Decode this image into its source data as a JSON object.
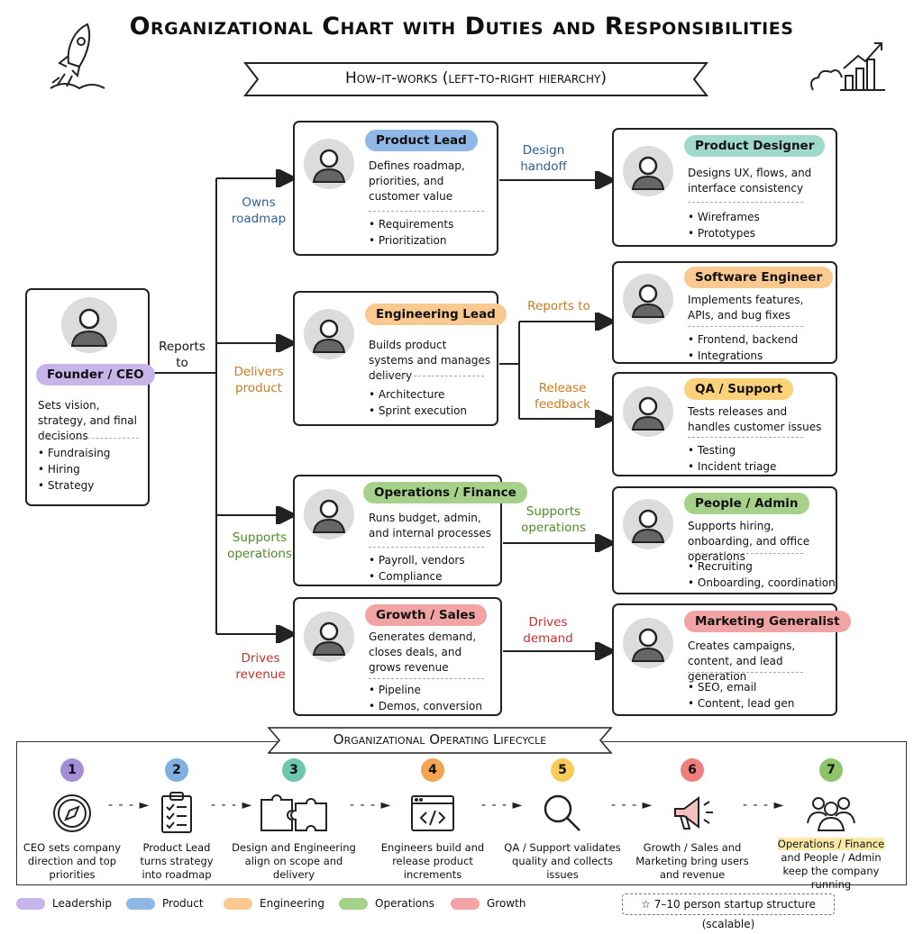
{
  "header": {
    "title": "Organizational Chart with Duties and Responsibilities",
    "subtitle": "How-it-works (left-to-right hierarchy)"
  },
  "founder": {
    "role": "Founder / CEO",
    "description": "Sets vision, strategy, and final decisions",
    "bullets": [
      "Fundraising",
      "Hiring",
      "Strategy"
    ],
    "edge_label": "Reports to"
  },
  "leads": [
    {
      "role": "Product Lead",
      "color": "#8fb8e6",
      "edge_label": "Owns roadmap",
      "edge_color": "#2f5f97",
      "description": "Defines roadmap, priorities, and customer value",
      "bullets": [
        "Requirements",
        "Prioritization"
      ]
    },
    {
      "role": "Engineering Lead",
      "color": "#f9c98f",
      "edge_label": "Delivers product",
      "edge_color": "#d07a1a",
      "description": "Builds product systems and manages delivery",
      "bullets": [
        "Architecture",
        "Sprint execution"
      ]
    },
    {
      "role": "Operations / Finance",
      "color": "#a6d18b",
      "edge_label": "Supports operations",
      "edge_color": "#4f8a2a",
      "description": "Runs budget, admin, and internal processes",
      "bullets": [
        "Payroll, vendors",
        "Compliance"
      ]
    },
    {
      "role": "Growth / Sales",
      "color": "#f2a3a3",
      "edge_label": "Drives revenue",
      "edge_color": "#c93030",
      "description": "Generates demand, closes deals, and grows revenue",
      "bullets": [
        "Pipeline",
        "Demos, conversion"
      ]
    }
  ],
  "reports": [
    {
      "role": "Product Designer",
      "color": "#9fd9c9",
      "edge_label": "Design handoff",
      "edge_color": "#2f5f97",
      "description": "Designs UX, flows, and interface consistency",
      "bullets": [
        "Wireframes",
        "Prototypes"
      ]
    },
    {
      "role": "Software Engineer",
      "color": "#f9c98f",
      "edge_label": "Reports to",
      "edge_color": "#d07a1a",
      "description": "Implements features, APIs, and bug fixes",
      "bullets": [
        "Frontend, backend",
        "Integrations"
      ]
    },
    {
      "role": "QA / Support",
      "color": "#fbd17a",
      "edge_label": "Release feedback",
      "edge_color": "#d07a1a",
      "description": "Tests releases and handles customer issues",
      "bullets": [
        "Testing",
        "Incident triage"
      ]
    },
    {
      "role": "People / Admin",
      "color": "#a6d18b",
      "edge_label": "Supports operations",
      "edge_color": "#4f8a2a",
      "description": "Supports hiring, onboarding, and office operations",
      "bullets": [
        "Recruiting",
        "Onboarding, coordination"
      ]
    },
    {
      "role": "Marketing Generalist",
      "color": "#f2a3a3",
      "edge_label": "Drives demand",
      "edge_color": "#c93030",
      "description": "Creates campaigns, content, and lead generation",
      "bullets": [
        "SEO, email",
        "Content, lead gen"
      ]
    }
  ],
  "lifecycle": {
    "title": "Organizational Operating Lifecycle",
    "steps": [
      {
        "num": "1",
        "color": "#a48fd6",
        "icon": "compass-icon",
        "text": "CEO sets company direction and top priorities"
      },
      {
        "num": "2",
        "color": "#7fb0e0",
        "icon": "clipboard-icon",
        "text": "Product Lead turns strategy into roadmap"
      },
      {
        "num": "3",
        "color": "#6fc6ae",
        "icon": "puzzle-icon",
        "text": "Design and Engineering align on scope and delivery"
      },
      {
        "num": "4",
        "color": "#f2a450",
        "icon": "code-window-icon",
        "text": "Engineers build and release product increments"
      },
      {
        "num": "5",
        "color": "#f9cc5a",
        "icon": "magnifier-icon",
        "text": "QA / Support validates quality and collects issues"
      },
      {
        "num": "6",
        "color": "#ef7f7f",
        "icon": "megaphone-icon",
        "text": "Growth / Sales and Marketing bring users and revenue"
      },
      {
        "num": "7",
        "color": "#8fc46a",
        "icon": "team-icon",
        "text_highlight": "Operations / Finance",
        "text": "and People / Admin keep the company running"
      }
    ]
  },
  "legend": [
    {
      "label": "Leadership",
      "color": "#c7b5ea"
    },
    {
      "label": "Product",
      "color": "#8fb8e6"
    },
    {
      "label": "Engineering",
      "color": "#f9c98f"
    },
    {
      "label": "Operations",
      "color": "#a6d18b"
    },
    {
      "label": "Growth",
      "color": "#f2a3a3"
    }
  ],
  "note": "7–10 person startup structure (scalable)"
}
